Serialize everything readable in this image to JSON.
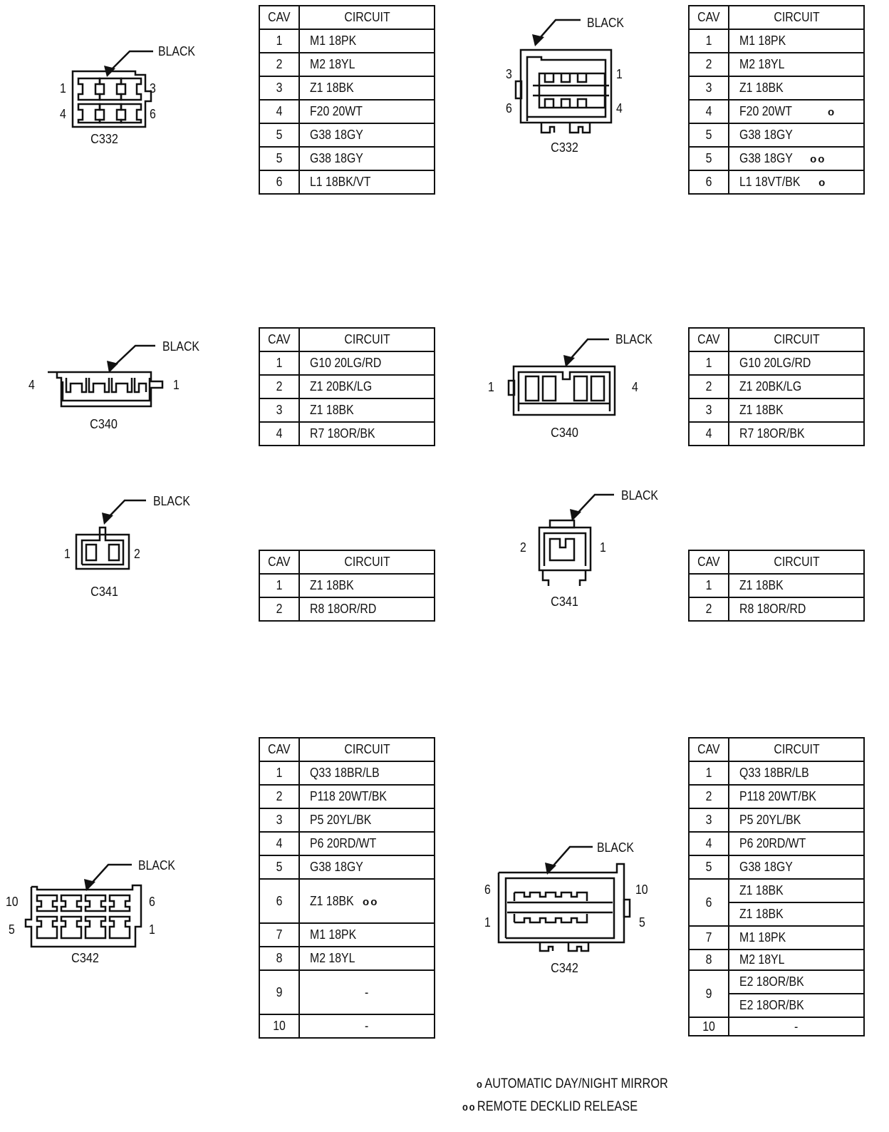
{
  "common": {
    "black_label": "BLACK",
    "cav_header": "CAV",
    "circuit_header": "CIRCUIT"
  },
  "legend": [
    {
      "symbol": "o",
      "text": "AUTOMATIC DAY/NIGHT MIRROR"
    },
    {
      "symbol": "oo",
      "text": "REMOTE DECKLID RELEASE"
    }
  ],
  "connectors": [
    {
      "id": "c332-left",
      "name": "C332",
      "pins": [
        "1",
        "3",
        "4",
        "6"
      ],
      "rows": [
        {
          "cav": "1",
          "circuits": [
            "M1 18PK"
          ]
        },
        {
          "cav": "2",
          "circuits": [
            "M2 18YL"
          ]
        },
        {
          "cav": "3",
          "circuits": [
            "Z1 18BK"
          ]
        },
        {
          "cav": "4",
          "circuits": [
            "F20 20WT"
          ]
        },
        {
          "cav": "5",
          "circuits": [
            "G38 18GY"
          ]
        },
        {
          "cav": "5",
          "circuits": [
            "G38 18GY"
          ]
        },
        {
          "cav": "6",
          "circuits": [
            "L1 18BK/VT"
          ]
        }
      ]
    },
    {
      "id": "c332-right",
      "name": "C332",
      "pins": [
        "3",
        "1",
        "6",
        "4"
      ],
      "rows": [
        {
          "cav": "1",
          "circuits": [
            "M1 18PK"
          ]
        },
        {
          "cav": "2",
          "circuits": [
            "M2 18YL"
          ]
        },
        {
          "cav": "3",
          "circuits": [
            "Z1 18BK"
          ]
        },
        {
          "cav": "4",
          "circuits": [
            "F20 20WT"
          ],
          "mark": "o"
        },
        {
          "cav": "5",
          "circuits": [
            "G38 18GY"
          ]
        },
        {
          "cav": "5",
          "circuits": [
            "G38 18GY"
          ],
          "mark": "oo"
        },
        {
          "cav": "6",
          "circuits": [
            "L1 18VT/BK"
          ],
          "mark": "o"
        }
      ]
    },
    {
      "id": "c340-left",
      "name": "C340",
      "pins": [
        "4",
        "1"
      ],
      "rows": [
        {
          "cav": "1",
          "circuits": [
            "G10 20LG/RD"
          ]
        },
        {
          "cav": "2",
          "circuits": [
            "Z1 20BK/LG"
          ]
        },
        {
          "cav": "3",
          "circuits": [
            "Z1 18BK"
          ]
        },
        {
          "cav": "4",
          "circuits": [
            "R7 18OR/BK"
          ]
        }
      ]
    },
    {
      "id": "c340-right",
      "name": "C340",
      "pins": [
        "1",
        "4"
      ],
      "rows": [
        {
          "cav": "1",
          "circuits": [
            "G10 20LG/RD"
          ]
        },
        {
          "cav": "2",
          "circuits": [
            "Z1 20BK/LG"
          ]
        },
        {
          "cav": "3",
          "circuits": [
            "Z1 18BK"
          ]
        },
        {
          "cav": "4",
          "circuits": [
            "R7 18OR/BK"
          ]
        }
      ]
    },
    {
      "id": "c341-left",
      "name": "C341",
      "pins": [
        "1",
        "2"
      ],
      "rows": [
        {
          "cav": "1",
          "circuits": [
            "Z1 18BK"
          ]
        },
        {
          "cav": "2",
          "circuits": [
            "R8 18OR/RD"
          ]
        }
      ]
    },
    {
      "id": "c341-right",
      "name": "C341",
      "pins": [
        "2",
        "1"
      ],
      "rows": [
        {
          "cav": "1",
          "circuits": [
            "Z1 18BK"
          ]
        },
        {
          "cav": "2",
          "circuits": [
            "R8 18OR/RD"
          ]
        }
      ]
    },
    {
      "id": "c342-left",
      "name": "C342",
      "pins": [
        "10",
        "6",
        "5",
        "1"
      ],
      "rows": [
        {
          "cav": "1",
          "circuits": [
            "Q33 18BR/LB"
          ]
        },
        {
          "cav": "2",
          "circuits": [
            "P118 20WT/BK"
          ]
        },
        {
          "cav": "3",
          "circuits": [
            "P5 20YL/BK"
          ]
        },
        {
          "cav": "4",
          "circuits": [
            "P6 20RD/WT"
          ]
        },
        {
          "cav": "5",
          "circuits": [
            "G38 18GY"
          ]
        },
        {
          "cav": "6",
          "circuits": [
            "Z1 18BK"
          ],
          "mark": "oo",
          "tall": true
        },
        {
          "cav": "7",
          "circuits": [
            "M1 18PK"
          ]
        },
        {
          "cav": "8",
          "circuits": [
            "M2 18YL"
          ]
        },
        {
          "cav": "9",
          "circuits": [
            "-"
          ],
          "tall": true
        },
        {
          "cav": "10",
          "circuits": [
            "-"
          ]
        }
      ]
    },
    {
      "id": "c342-right",
      "name": "C342",
      "pins": [
        "6",
        "10",
        "1",
        "5"
      ],
      "rows": [
        {
          "cav": "1",
          "circuits": [
            "Q33 18BR/LB"
          ]
        },
        {
          "cav": "2",
          "circuits": [
            "P118 20WT/BK"
          ]
        },
        {
          "cav": "3",
          "circuits": [
            "P5 20YL/BK"
          ]
        },
        {
          "cav": "4",
          "circuits": [
            "P6 20RD/WT"
          ]
        },
        {
          "cav": "5",
          "circuits": [
            "G38 18GY"
          ]
        },
        {
          "cav": "6",
          "circuits": [
            "Z1 18BK",
            "Z1 18BK"
          ]
        },
        {
          "cav": "7",
          "circuits": [
            "M1 18PK"
          ]
        },
        {
          "cav": "8",
          "circuits": [
            "M2 18YL"
          ]
        },
        {
          "cav": "9",
          "circuits": [
            "E2 18OR/BK",
            "E2 18OR/BK"
          ]
        },
        {
          "cav": "10",
          "circuits": [
            "-"
          ]
        }
      ]
    }
  ]
}
